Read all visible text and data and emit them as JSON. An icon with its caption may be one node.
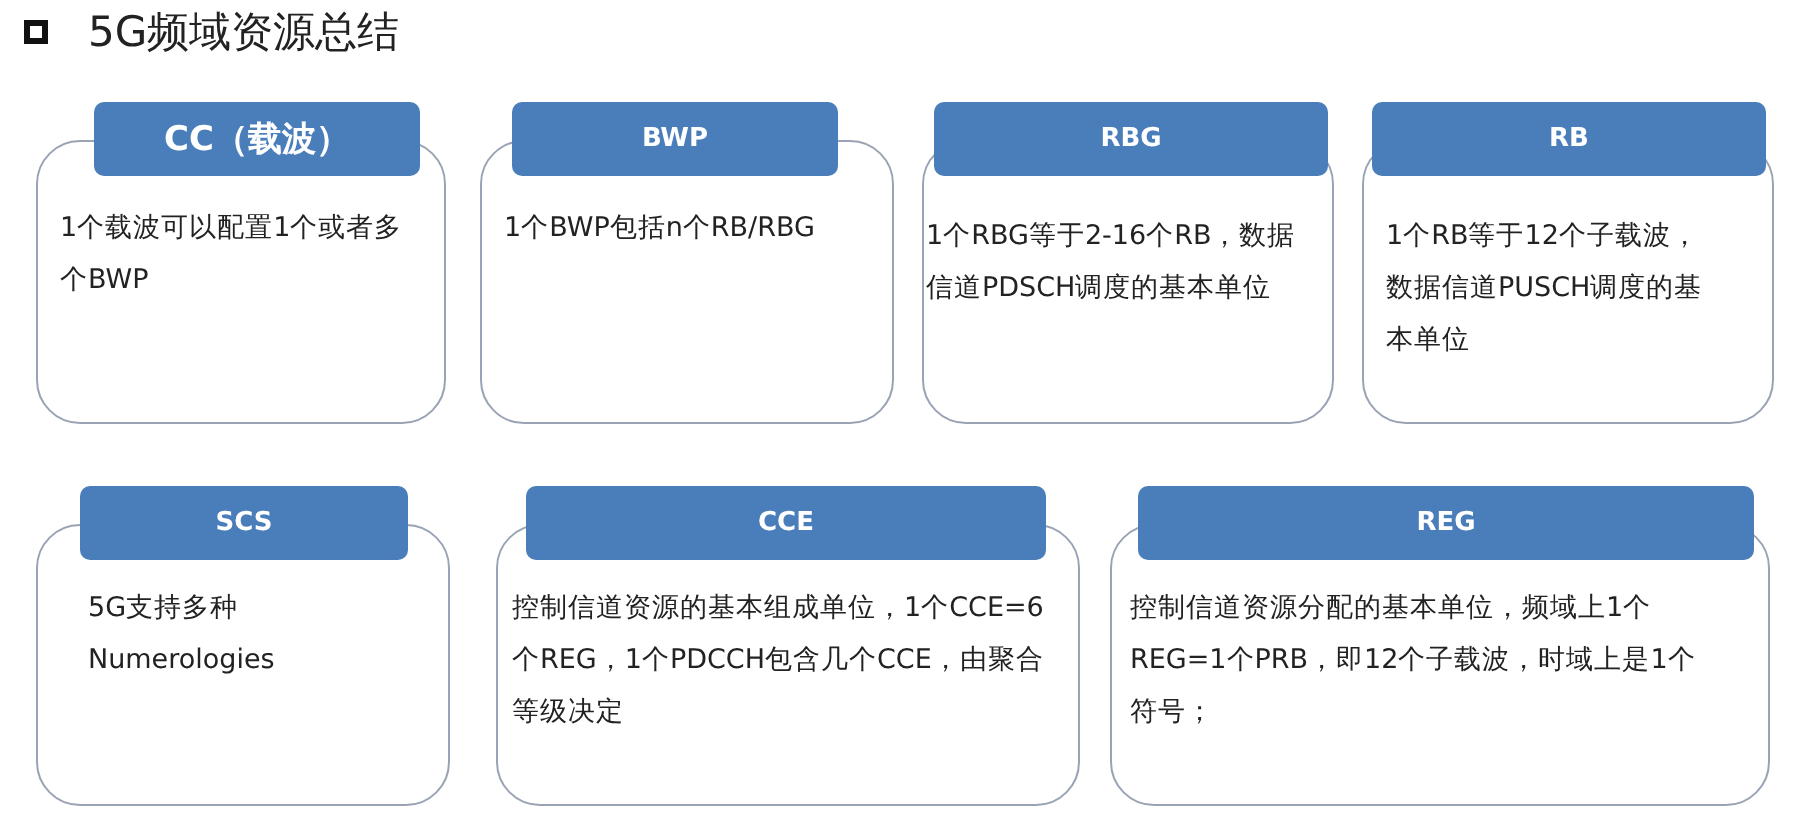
{
  "diagram": {
    "title": "5G频域资源总结",
    "nodes": [
      {
        "text": [
          "CC（载波）",
          "1个载波可以配置1个或者多个BWP"
        ]
      },
      {
        "text": [
          "BWP",
          "1个BWP包括n个RB/RBG"
        ]
      },
      {
        "text": [
          "RBG",
          "1个RBG等于2-16个RB，数据信道PDSCH调度的基本单位"
        ]
      },
      {
        "text": [
          "RB",
          "1个RB等于12个子载波，数据信道PUSCH调度的基本单位"
        ]
      },
      {
        "text": [
          "SCS",
          "5G支持多种 Numerologies"
        ]
      },
      {
        "text": [
          "CCE",
          "控制信道资源的基本组成单位，1个CCE=6个REG，1个PDCCH包含几个CCE，由聚合等级决定"
        ]
      },
      {
        "text": [
          "REG",
          "控制信道资源分配的基本单位，频域上1个REG=1个PRB，即12个子载波，时域上是1个符号；"
        ]
      }
    ]
  }
}
